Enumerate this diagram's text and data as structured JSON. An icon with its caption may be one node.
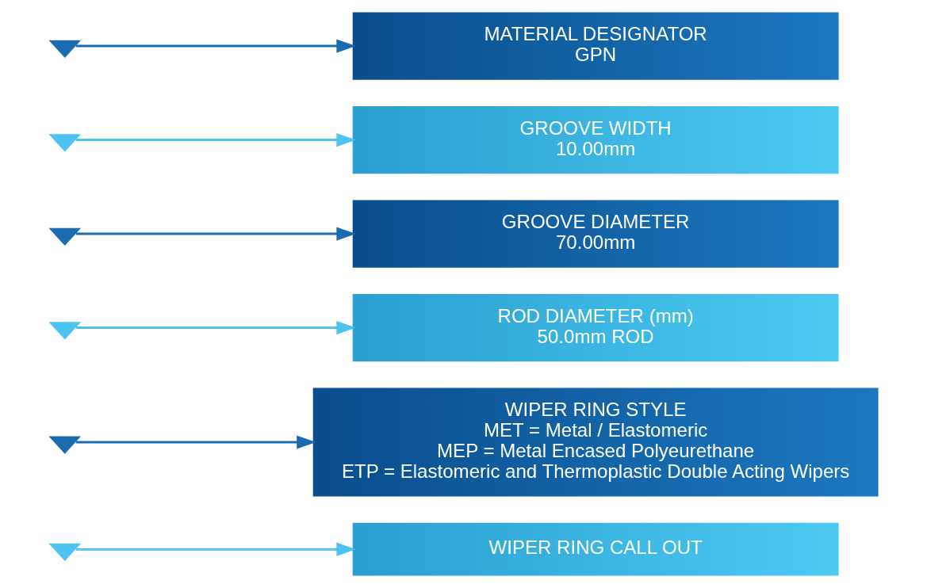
{
  "diagram": {
    "nodes": [
      {
        "text": [],
        "shape": "triangle"
      },
      {
        "text": [],
        "shape": "triangle"
      },
      {
        "text": [],
        "shape": "triangle"
      },
      {
        "text": [],
        "shape": "triangle"
      },
      {
        "text": [],
        "shape": "triangle"
      },
      {
        "text": [],
        "shape": "triangle"
      },
      {
        "text": [
          "MATERIAL DESIGNATOR",
          "GPN"
        ]
      },
      {
        "text": [
          "GROOVE WIDTH",
          "10.00mm"
        ]
      },
      {
        "text": [
          "GROOVE DIAMETER",
          "70.00mm"
        ]
      },
      {
        "text": [
          "ROD DIAMETER (mm)",
          "50.0mm ROD"
        ]
      },
      {
        "text": [
          "WIPER RING STYLE",
          "MET = Metal / Elastomeric",
          "MEP = Metal Encased Polyeurethane",
          "ETP = Elastomeric and Thermoplastic Double Acting Wipers"
        ]
      },
      {
        "text": [
          "WIPER RING CALL OUT"
        ]
      }
    ],
    "edges": [
      {
        "from": 0,
        "to": 6,
        "arrow": "to"
      },
      {
        "from": 1,
        "to": 7,
        "arrow": "to",
        "color": "#4cc3f0"
      },
      {
        "from": 2,
        "to": 8,
        "arrow": "to"
      },
      {
        "from": 3,
        "to": 9,
        "arrow": "to",
        "color": "#4cc3f0"
      },
      {
        "from": 4,
        "to": 10,
        "arrow": "to"
      },
      {
        "from": 5,
        "to": 11,
        "arrow": "to",
        "color": "#4cc3f0"
      }
    ]
  }
}
